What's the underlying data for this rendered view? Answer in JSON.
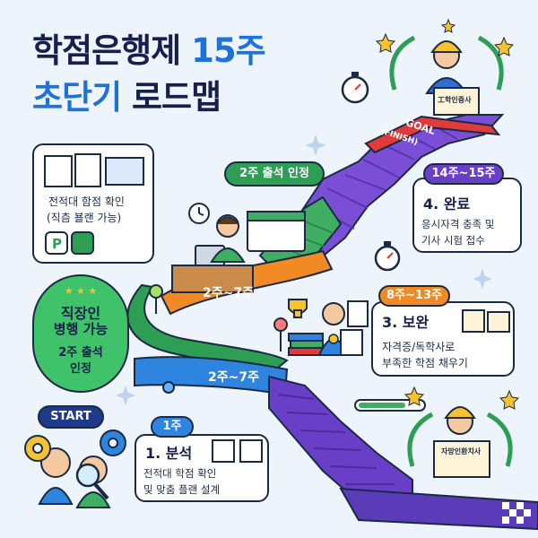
{
  "header": {
    "title_line1_main": "학점은행제",
    "title_line1_accent": "15주",
    "title_line2_accent": "초단기",
    "title_line2_main": "로드맵"
  },
  "left_card": {
    "line1": "전적대 함점 확인",
    "line2": "(직츰 뵬랜 가능)"
  },
  "worker_badge": {
    "stars": "★ ★ ★",
    "line1": "직장인",
    "line2": "병행 가능",
    "line3": "2주 출석",
    "line4": "인정"
  },
  "start_label": "START",
  "step1": {
    "week": "1주",
    "title": "1. 분석",
    "line1": "전적대 학점 확인",
    "line2": "및 맞춤 플랜 설계"
  },
  "road_labels": {
    "upper": "2주~7주",
    "lower": "2주~7주"
  },
  "attendance_bubble": "2주 출석 인정",
  "step3": {
    "week": "8주~13주",
    "title": "3. 보완",
    "line1": "자격증/독학사로",
    "line2": "부족한 학점 채우기"
  },
  "step4": {
    "week": "14주~15주",
    "title": "4. 완료",
    "line1": "응시자격 충족 및",
    "line2": "기사 시험 접수"
  },
  "goal_banner": {
    "line1": "GOAL",
    "line2": "(FINISH)"
  },
  "certificates": {
    "top": "工학인증사",
    "bottom": "자망인환치사"
  },
  "colors": {
    "title_dark": "#16204a",
    "accent_blue": "#1e73d8",
    "green": "#2e9e55",
    "orange": "#f08a24",
    "purple": "#6a3fc8",
    "red": "#e03a3a",
    "navy": "#1a2a44"
  }
}
